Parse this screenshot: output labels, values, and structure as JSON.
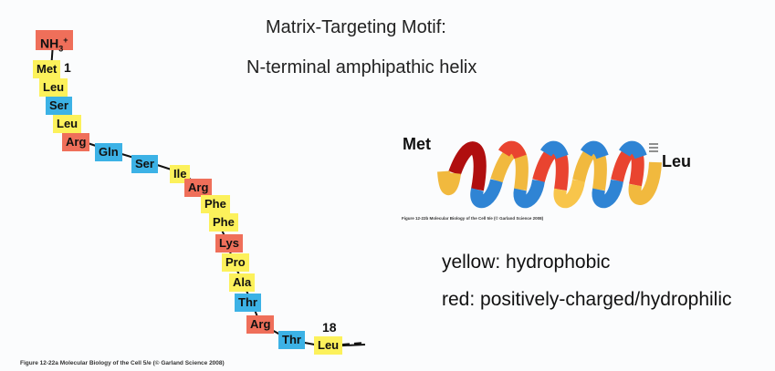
{
  "title_line1": "Matrix-Targeting Motif:",
  "title_line2": "N-terminal amphipathic helix",
  "nterm": "NH3+",
  "residues": [
    "Met",
    "Leu",
    "Ser",
    "Leu",
    "Arg",
    "Gln",
    "Ser",
    "Ile",
    "Arg",
    "Phe",
    "Phe",
    "Lys",
    "Pro",
    "Ala",
    "Thr",
    "Arg",
    "Thr",
    "Leu"
  ],
  "num_first": "1",
  "num_last": "18",
  "helix_left": "Met",
  "helix_right": "Leu",
  "legend_yellow": "yellow: hydrophobic",
  "legend_red": "red: positively-charged/hydrophilic",
  "caption_left": "Figure 12-22a  Molecular Biology of the Cell 5/e (© Garland Science 2008)",
  "caption_right": "Figure 12-22b  Molecular Biology of the Cell 5/e (© Garland Science 2008)",
  "colors": {
    "hydrophobic": "#fcf15b",
    "charged": "#ef6f5a",
    "polar": "#3cb2e6"
  }
}
